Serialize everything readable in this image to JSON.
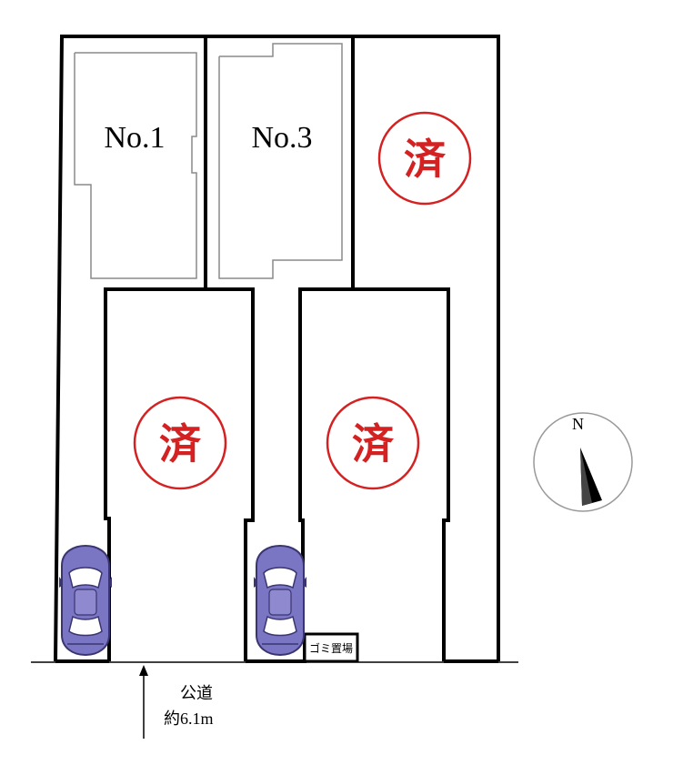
{
  "plots": {
    "no1_label": "No.1",
    "no3_label": "No.3",
    "sold_mark": "済"
  },
  "garbage_area_label": "ゴミ置場",
  "road": {
    "line1": "公道",
    "line2": "約6.1m"
  },
  "compass_label": "N",
  "colors": {
    "sold": "#d42121",
    "car_body": "#7b76c4"
  }
}
